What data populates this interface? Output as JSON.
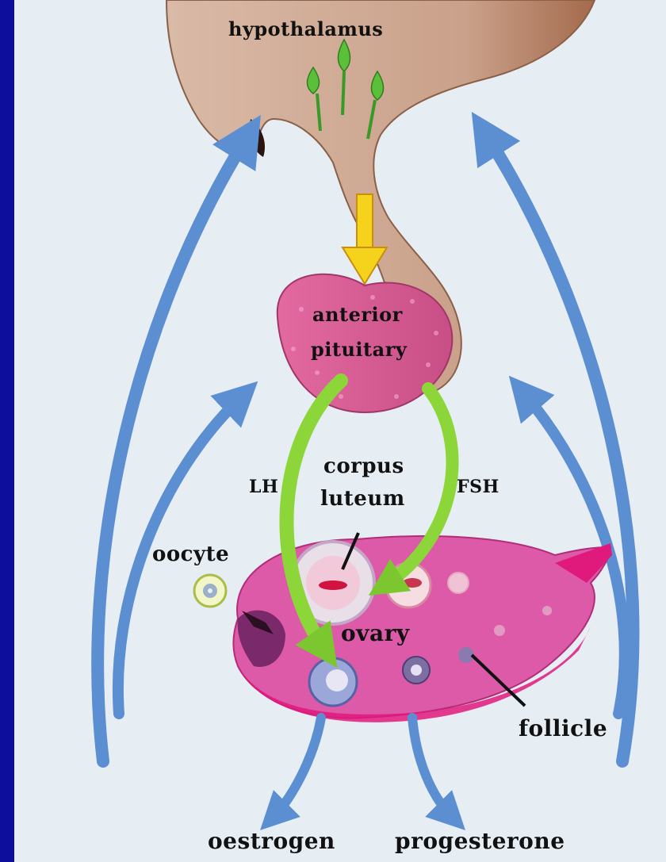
{
  "diagram": {
    "labels": {
      "hypothalamus": "hypothalamus",
      "anterior": "anterior",
      "pituitary": "pituitary",
      "corpus": "corpus",
      "luteum": "luteum",
      "lh": "LH",
      "fsh": "FSH",
      "oocyte": "oocyte",
      "ovary": "ovary",
      "follicle": "follicle",
      "oestrogen": "oestrogen",
      "progesterone": "progesterone"
    },
    "colors": {
      "slide_background": "#0d0f9c",
      "panel_background": "#e6eef4",
      "hypothalamus_tissue": "#d8b8a4",
      "pituitary": "#e0679a",
      "ovary": "#dc5aa8",
      "feedback_arrow": "#5b8fd2",
      "hormone_arrow": "#8cd63a",
      "releasing_arrow": "#f5d21c"
    }
  }
}
